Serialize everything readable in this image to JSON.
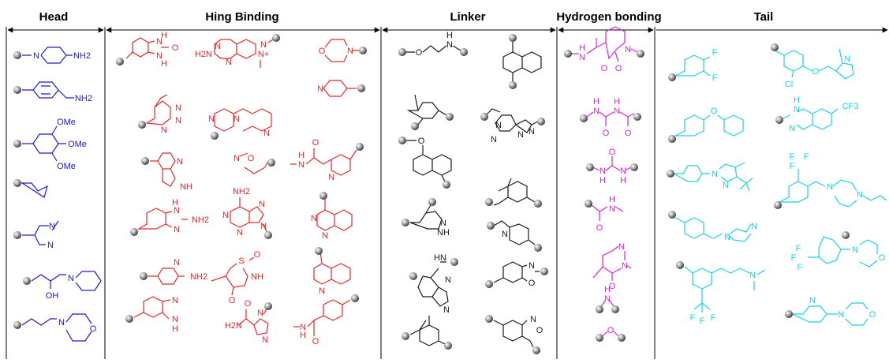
{
  "title": "",
  "colors": {
    "head": "#1a1ad6",
    "hinge": "#e8262a",
    "linker": "#1a1a1a",
    "hbond": "#e020e0",
    "tail": "#19d3e6",
    "divider": "#000000"
  },
  "columns": [
    {
      "key": "head",
      "label": "Head",
      "fragments": [
        {
          "name": "4-aminopiperidin-1-yl",
          "atoms": [
            "N",
            "NH2"
          ]
        },
        {
          "name": "4-(aminomethyl)phenyl",
          "atoms": [
            "NH2"
          ]
        },
        {
          "name": "3,4,5-trimethoxyphenyl",
          "atoms": [
            "OMe",
            "OMe",
            "OMe"
          ]
        },
        {
          "name": "cyclopropylmethyl",
          "atoms": []
        },
        {
          "name": "1-methylpyrazol-4-yl",
          "atoms": [
            "N",
            "N"
          ]
        },
        {
          "name": "2-hydroxy-3-(piperidin-1-yl)propyl",
          "atoms": [
            "OH",
            "N"
          ]
        },
        {
          "name": "3-morpholinopropyl",
          "atoms": [
            "N",
            "O"
          ]
        }
      ]
    },
    {
      "key": "hinge",
      "label": "Hing Binding",
      "fragments": [
        {
          "name": "benzimidazolone",
          "atoms": [
            "H",
            "N",
            "O",
            "N",
            "H"
          ]
        },
        {
          "name": "aminopyrimidopyrimidinium",
          "atoms": [
            "H2N",
            "N",
            "N",
            "N+",
            "N"
          ]
        },
        {
          "name": "morpholino",
          "atoms": [
            "O",
            "N"
          ]
        },
        {
          "name": "pyridin-4-yl",
          "atoms": [
            "N"
          ]
        },
        {
          "name": "pyrrolotriazine",
          "atoms": [
            "N",
            "N",
            "N"
          ]
        },
        {
          "name": "pyrimidinyl-pyridine",
          "atoms": [
            "N",
            "N",
            "N"
          ]
        },
        {
          "name": "7-azaindole",
          "atoms": [
            "N",
            "NH"
          ]
        },
        {
          "name": "isoxazole",
          "atoms": [
            "N",
            "O"
          ]
        },
        {
          "name": "N-methylpicolinamide",
          "atoms": [
            "N",
            "O",
            "N",
            "H"
          ]
        },
        {
          "name": "2-aminobenzimidazole",
          "atoms": [
            "H",
            "N",
            "NH2",
            "N"
          ]
        },
        {
          "name": "adenine",
          "atoms": [
            "NH2",
            "N",
            "N",
            "N",
            "N"
          ]
        },
        {
          "name": "quinazoline",
          "atoms": [
            "N",
            "N"
          ]
        },
        {
          "name": "2-aminopyridine",
          "atoms": [
            "N",
            "NH2"
          ]
        },
        {
          "name": "thiazolidinedione",
          "atoms": [
            "S",
            "O",
            "NH",
            "O"
          ]
        },
        {
          "name": "quinoline",
          "atoms": [
            "N"
          ]
        },
        {
          "name": "indazole",
          "atoms": [
            "N",
            "N",
            "H"
          ]
        },
        {
          "name": "imidazole carboxamide",
          "atoms": [
            "H2N",
            "O",
            "N",
            "N"
          ]
        },
        {
          "name": "N-methylbenzamide",
          "atoms": [
            "N",
            "H",
            "O"
          ]
        }
      ]
    },
    {
      "key": "linker",
      "label": "Linker",
      "fragments": [
        {
          "name": "ethoxyamine",
          "atoms": [
            "O",
            "H",
            "N"
          ]
        },
        {
          "name": "naphthalene-1,4-diyl",
          "atoms": []
        },
        {
          "name": "toluene",
          "atoms": []
        },
        {
          "name": "purine",
          "atoms": [
            "N",
            "N",
            "N",
            "N"
          ]
        },
        {
          "name": "naphthyloxy",
          "atoms": [
            "O"
          ]
        },
        {
          "name": "alkynyl toluene",
          "atoms": []
        },
        {
          "name": "pyrazole",
          "atoms": [
            "N",
            "NH"
          ]
        },
        {
          "name": "methylpyridine",
          "atoms": [
            "N"
          ]
        },
        {
          "name": "pyrrolotriazine amine",
          "atoms": [
            "HN",
            "N",
            "N"
          ]
        },
        {
          "name": "benzoxazole",
          "atoms": [
            "N",
            "O"
          ]
        },
        {
          "name": "vinyl toluene",
          "atoms": []
        },
        {
          "name": "benzisoxazole",
          "atoms": [
            "N",
            "O"
          ]
        }
      ]
    },
    {
      "key": "hbond",
      "label": "Hydrogen bonding",
      "fragments": [
        {
          "name": "pyridone carboxamide",
          "atoms": [
            "H",
            "N",
            "O",
            "O",
            "N"
          ]
        },
        {
          "name": "acylurea",
          "atoms": [
            "H",
            "N",
            "O",
            "N",
            "H",
            "O"
          ]
        },
        {
          "name": "urea",
          "atoms": [
            "O",
            "N",
            "H",
            "N",
            "H"
          ]
        },
        {
          "name": "amide",
          "atoms": [
            "O",
            "H",
            "N"
          ]
        },
        {
          "name": "pyrimidinone",
          "atoms": [
            "N",
            "N",
            "O"
          ]
        },
        {
          "name": "amine",
          "atoms": [
            "H",
            "N"
          ]
        },
        {
          "name": "ether",
          "atoms": [
            "O"
          ]
        }
      ]
    },
    {
      "key": "tail",
      "label": "Tail",
      "fragments": [
        {
          "name": "3,4-difluorophenyl",
          "atoms": [
            "F",
            "F"
          ]
        },
        {
          "name": "chlorophenyl ether pyrrolidine",
          "atoms": [
            "Cl",
            "O",
            "N"
          ]
        },
        {
          "name": "phenoxyphenyl",
          "atoms": [
            "O"
          ]
        },
        {
          "name": "trifluoromethylbenzimidazole",
          "atoms": [
            "H",
            "N",
            "N",
            "CF3"
          ]
        },
        {
          "name": "tert-butylpyrazole",
          "atoms": [
            "N",
            "N"
          ]
        },
        {
          "name": "trifluoromethylbenzyl piperazine",
          "atoms": [
            "F",
            "F",
            "F",
            "N",
            "N"
          ]
        },
        {
          "name": "methylpiperazinylmethyl phenyl",
          "atoms": [
            "N",
            "N"
          ]
        },
        {
          "name": "morpholinophenyl CF3",
          "atoms": [
            "F",
            "F",
            "F",
            "N",
            "O"
          ]
        },
        {
          "name": "dimethylaminopropyl CF3 phenyl",
          "atoms": [
            "N",
            "F",
            "F",
            "F"
          ]
        },
        {
          "name": "morpholinopyridine",
          "atoms": [
            "N",
            "N",
            "O"
          ]
        }
      ]
    }
  ]
}
